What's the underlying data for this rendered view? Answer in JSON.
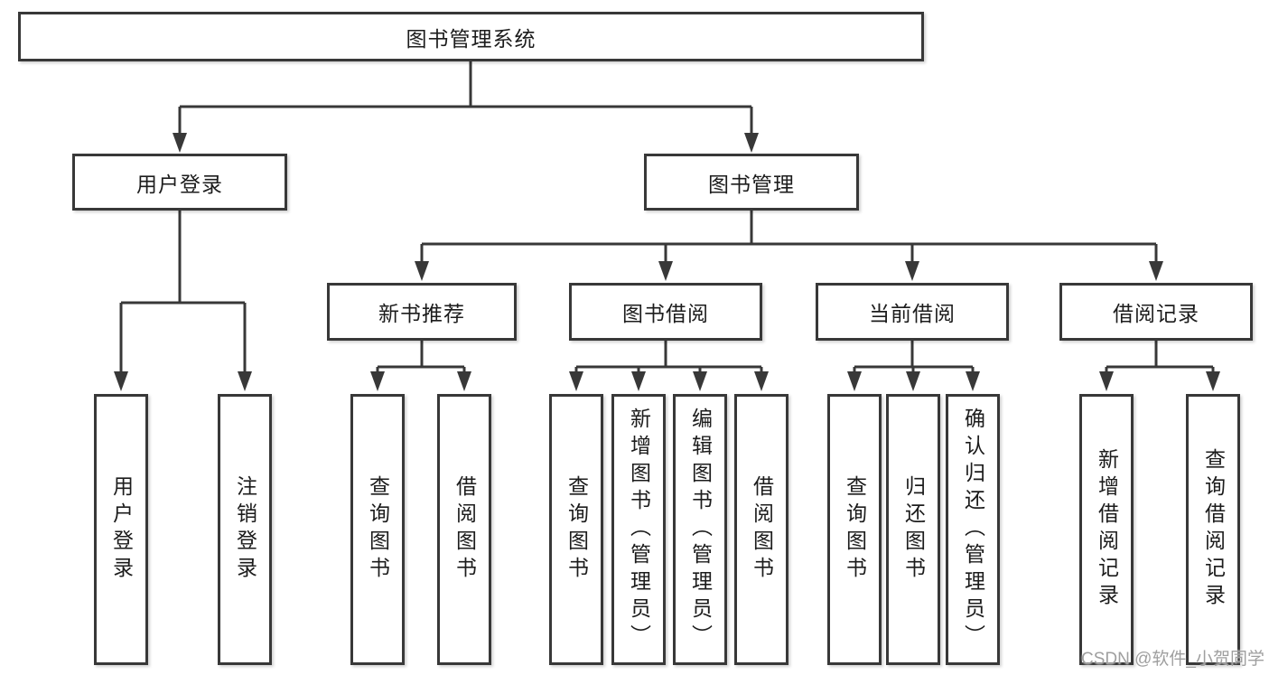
{
  "root": {
    "label": "图书管理系统"
  },
  "branches": [
    {
      "label": "用户登录",
      "children": [
        {
          "label": "用户登录"
        },
        {
          "label": "注销登录"
        }
      ]
    },
    {
      "label": "图书管理",
      "children": [
        {
          "label": "新书推荐",
          "children": [
            {
              "label": "查询图书"
            },
            {
              "label": "借阅图书"
            }
          ]
        },
        {
          "label": "图书借阅",
          "children": [
            {
              "label": "查询图书"
            },
            {
              "label": "新增图书（管理员）"
            },
            {
              "label": "编辑图书（管理员）"
            },
            {
              "label": "借阅图书"
            }
          ]
        },
        {
          "label": "当前借阅",
          "children": [
            {
              "label": "查询图书"
            },
            {
              "label": "归还图书"
            },
            {
              "label": "确认归还（管理员）"
            }
          ]
        },
        {
          "label": "借阅记录",
          "children": [
            {
              "label": "新增借阅记录"
            },
            {
              "label": "查询借阅记录"
            }
          ]
        }
      ]
    }
  ],
  "watermark": {
    "text": "CSDN @软件_小贺同学"
  },
  "colors": {
    "line": "#383838",
    "text": "#1c1c1c",
    "watermark": "#9f9f9f",
    "background": "#ffffff"
  }
}
